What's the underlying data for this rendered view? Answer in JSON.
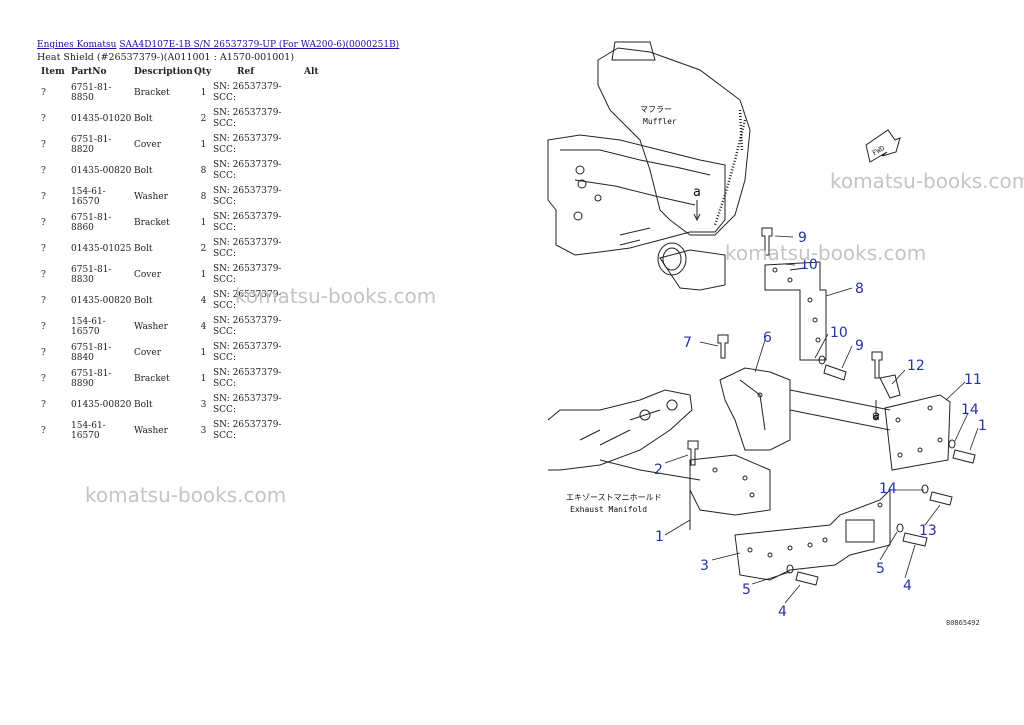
{
  "breadcrumb": {
    "link1": "Engines Komatsu",
    "link2": "SAA4D107E-1B S/N 26537379-UP (For WA200-6)(0000251B)"
  },
  "subtitle": "Heat Shield (#26537379-)(A011001 : A1570-001001)",
  "table": {
    "headers": [
      "Item",
      "PartNo",
      "Description",
      "Qty",
      "Ref",
      "Alt"
    ],
    "rows": [
      {
        "item": "?",
        "part": "6751-81-8850",
        "desc": "Bracket",
        "qty": "1",
        "ref": "SN: 26537379-SCC:"
      },
      {
        "item": "?",
        "part": "01435-01020",
        "desc": "Bolt",
        "qty": "2",
        "ref": "SN: 26537379-SCC:"
      },
      {
        "item": "?",
        "part": "6751-81-8820",
        "desc": "Cover",
        "qty": "1",
        "ref": "SN: 26537379-SCC:"
      },
      {
        "item": "?",
        "part": "01435-00820",
        "desc": "Bolt",
        "qty": "8",
        "ref": "SN: 26537379-SCC:"
      },
      {
        "item": "?",
        "part": "154-61-16570",
        "desc": "Washer",
        "qty": "8",
        "ref": "SN: 26537379-SCC:"
      },
      {
        "item": "?",
        "part": "6751-81-8860",
        "desc": "Bracket",
        "qty": "1",
        "ref": "SN: 26537379-SCC:"
      },
      {
        "item": "?",
        "part": "01435-01025",
        "desc": "Bolt",
        "qty": "2",
        "ref": "SN: 26537379-SCC:"
      },
      {
        "item": "?",
        "part": "6751-81-8830",
        "desc": "Cover",
        "qty": "1",
        "ref": "SN: 26537379-SCC:"
      },
      {
        "item": "?",
        "part": "01435-00820",
        "desc": "Bolt",
        "qty": "4",
        "ref": "SN: 26537379-SCC:"
      },
      {
        "item": "?",
        "part": "154-61-16570",
        "desc": "Washer",
        "qty": "4",
        "ref": "SN: 26537379-SCC:"
      },
      {
        "item": "?",
        "part": "6751-81-8840",
        "desc": "Cover",
        "qty": "1",
        "ref": "SN: 26537379-SCC:"
      },
      {
        "item": "?",
        "part": "6751-81-8890",
        "desc": "Bracket",
        "qty": "1",
        "ref": "SN: 26537379-SCC:"
      },
      {
        "item": "?",
        "part": "01435-00820",
        "desc": "Bolt",
        "qty": "3",
        "ref": "SN: 26537379-SCC:"
      },
      {
        "item": "?",
        "part": "154-61-16570",
        "desc": "Washer",
        "qty": "3",
        "ref": "SN: 26537379-SCC:"
      }
    ]
  },
  "watermark": "komatsu-books.com",
  "diagram": {
    "muffler_jp": "マフラー",
    "muffler_en": "Muffler",
    "manifold_jp": "エキゾーストマニホールド",
    "manifold_en": "Exhaust Manifold",
    "fwd": "FWD",
    "marker_a": "a",
    "code": "80865492",
    "callouts": [
      "1",
      "2",
      "3",
      "4",
      "5",
      "6",
      "7",
      "8",
      "9",
      "10",
      "11",
      "12",
      "13",
      "14"
    ]
  },
  "colors": {
    "link": "#1a0dab",
    "callout": "#2233aa",
    "watermark": "#c4c4c4"
  }
}
